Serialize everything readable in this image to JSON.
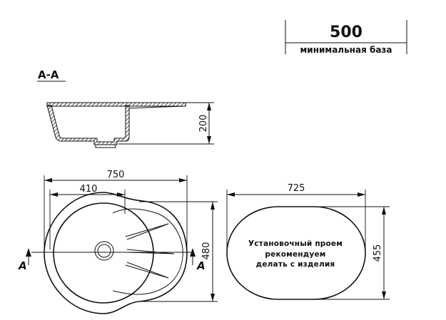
{
  "base_box": {
    "value": "500",
    "label": "минимальная база"
  },
  "section": {
    "title": "А-А",
    "height_dim": "200"
  },
  "top_view": {
    "width_dim": "750",
    "bowl_dim": "410",
    "height_dim": "480",
    "cut_left": "А",
    "cut_right": "А"
  },
  "cutout": {
    "width_dim": "725",
    "height_dim": "455",
    "note_lines": [
      "Установочный проем",
      "рекомендуем",
      "делать с изделия"
    ]
  }
}
